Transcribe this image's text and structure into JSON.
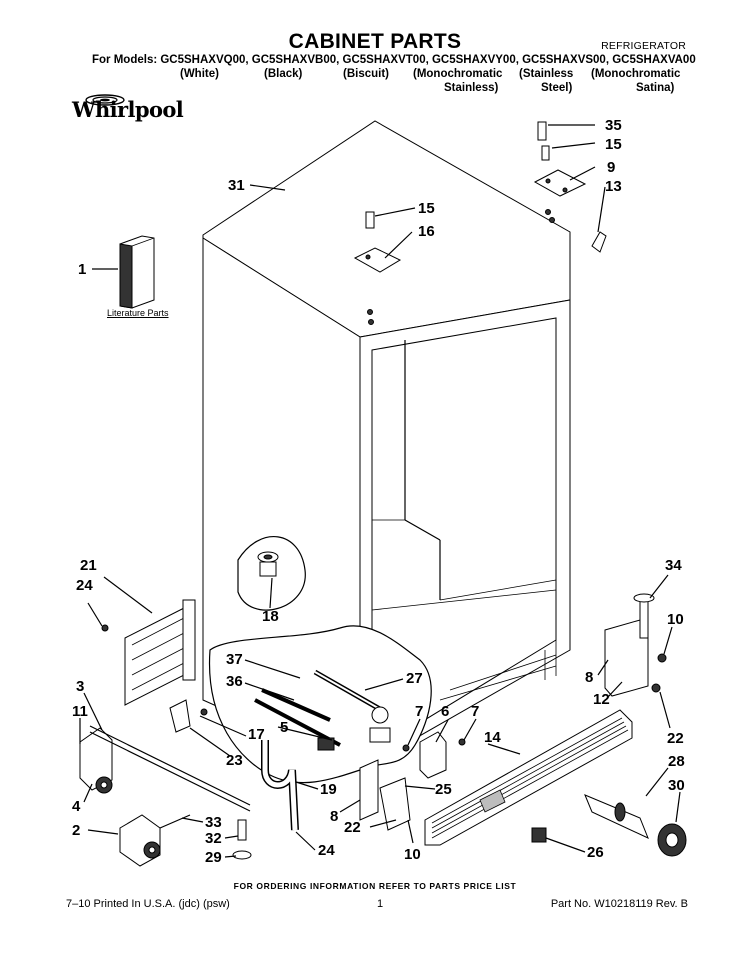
{
  "header": {
    "title": "CABINET PARTS",
    "category": "REFRIGERATOR",
    "models": "For Models: GC5SHAXVQ00, GC5SHAXVB00, GC5SHAXVT00, GC5SHAXVY00, GC5SHAXVS00, GC5SHAXVA00",
    "colors": [
      {
        "line1": "(White)",
        "line2": ""
      },
      {
        "line1": "(Black)",
        "line2": ""
      },
      {
        "line1": "(Biscuit)",
        "line2": ""
      },
      {
        "line1": "(Monochromatic",
        "line2": "Stainless)"
      },
      {
        "line1": "(Stainless",
        "line2": "Steel)"
      },
      {
        "line1": "(Monochromatic",
        "line2": "Satina)"
      }
    ]
  },
  "brand": {
    "logo_text": "Whirlpool"
  },
  "literature_label": "Literature Parts",
  "callouts": [
    "35",
    "15",
    "9",
    "13",
    "31",
    "15",
    "16",
    "1",
    "21",
    "24",
    "18",
    "34",
    "10",
    "3",
    "37",
    "36",
    "27",
    "8",
    "12",
    "22",
    "11",
    "7",
    "6",
    "7",
    "14",
    "28",
    "5",
    "17",
    "23",
    "30",
    "4",
    "19",
    "8",
    "25",
    "33",
    "22",
    "10",
    "26",
    "2",
    "32",
    "24",
    "29"
  ],
  "footer": {
    "ordering_note": "FOR ORDERING INFORMATION REFER TO PARTS PRICE LIST",
    "printed": "7–10 Printed In U.S.A. (jdc) (psw)",
    "page": "1",
    "part_no": "Part No. W10218119 Rev. B"
  }
}
